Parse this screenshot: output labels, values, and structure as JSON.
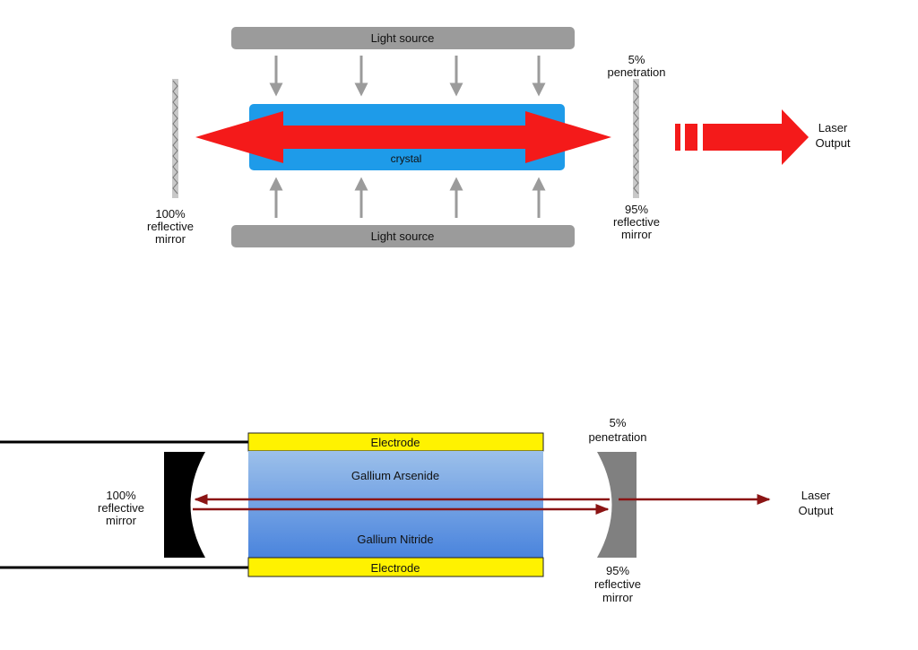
{
  "diagram1": {
    "light_source_top": "Light source",
    "light_source_bottom": "Light source",
    "crystal": "crystal",
    "left_mirror": [
      "100%",
      "reflective",
      "mirror"
    ],
    "right_penetration": [
      "5%",
      "penetration"
    ],
    "right_mirror": [
      "95%",
      "reflective",
      "mirror"
    ],
    "output": [
      "Laser",
      "Output"
    ]
  },
  "diagram2": {
    "electrode_top": "Electrode",
    "electrode_bottom": "Electrode",
    "layer_top": "Gallium Arsenide",
    "layer_bottom": "Gallium Nitride",
    "left_mirror": [
      "100%",
      "reflective",
      "mirror"
    ],
    "right_penetration": [
      "5%",
      "penetration"
    ],
    "right_mirror": [
      "95%",
      "reflective",
      "mirror"
    ],
    "output": [
      "Laser",
      "Output"
    ]
  },
  "colors": {
    "light_source": "#9b9b9b",
    "crystal": "#1e9be9",
    "laser_red": "#f41a1a",
    "electrode": "#fff200",
    "mirror_black": "#000000",
    "mirror_gray": "#808080",
    "beam_dark_red": "#8b1414"
  }
}
